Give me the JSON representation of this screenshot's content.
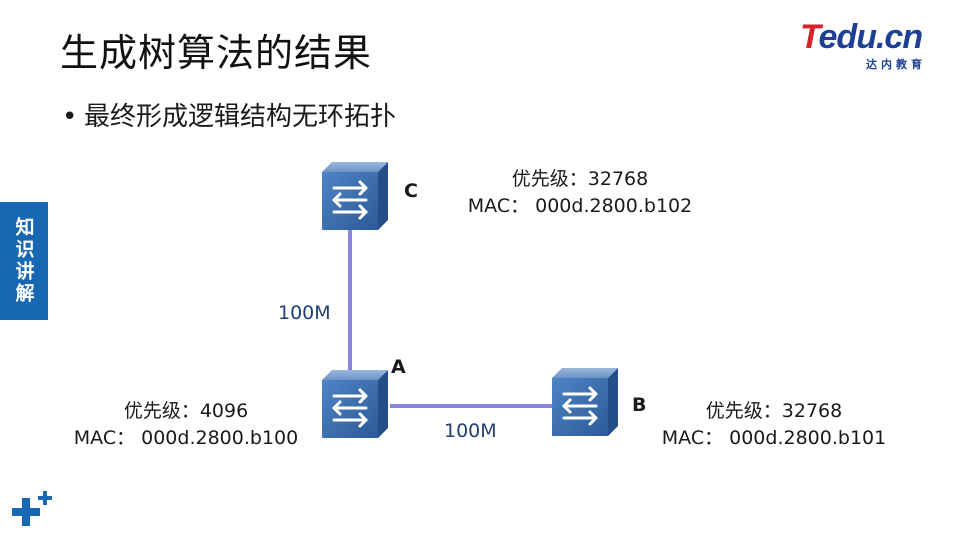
{
  "slide": {
    "title": "生成树算法的结果",
    "bullet": "最终形成逻辑结构无环拓扑",
    "side_tab": "知识讲解"
  },
  "logo": {
    "brand_t": "T",
    "brand_rest": "edu.cn",
    "sub": "达内教育"
  },
  "diagram": {
    "nodes": {
      "C": {
        "name": "C",
        "priority": "优先级：32768",
        "mac": "MAC：  000d.2800.b102"
      },
      "A": {
        "name": "A",
        "priority": "优先级：4096",
        "mac": "MAC：  000d.2800.b100"
      },
      "B": {
        "name": "B",
        "priority": "优先级：32768",
        "mac": "MAC：  000d.2800.b101"
      }
    },
    "links": {
      "c_a": "100M",
      "a_b": "100M"
    },
    "colors": {
      "link": "#8b86d8",
      "switch_body": "#3d6fb0",
      "link_label": "#1f3f78"
    },
    "icons": [
      "switch-icon",
      "plus-icon"
    ]
  }
}
